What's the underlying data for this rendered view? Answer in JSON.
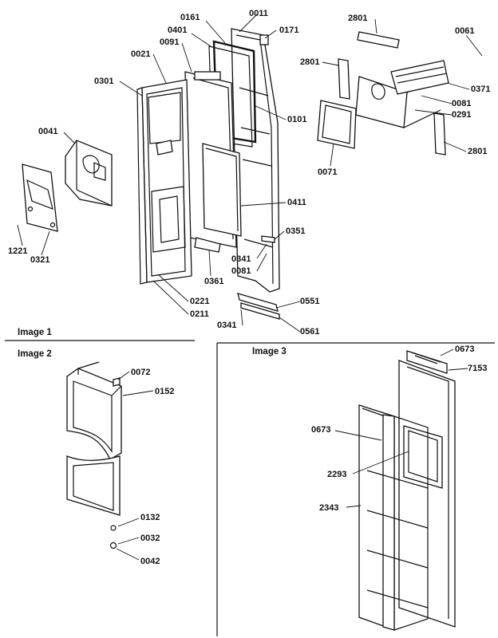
{
  "panels": [
    {
      "id": "image1",
      "title": "Image 1"
    },
    {
      "id": "image2",
      "title": "Image 2"
    },
    {
      "id": "image3",
      "title": "Image 3"
    }
  ],
  "callouts": {
    "image1": [
      "0011",
      "0161",
      "0171",
      "0401",
      "0091",
      "0021",
      "0301",
      "0041",
      "1221",
      "0321",
      "0101",
      "0411",
      "0351",
      "0341",
      "0081",
      "0361",
      "0221",
      "0211",
      "0551",
      "0341",
      "0561",
      "2801",
      "0061",
      "2801",
      "0371",
      "0081",
      "0291",
      "0071",
      "2801"
    ],
    "image2": [
      "0072",
      "0152",
      "0132",
      "0032",
      "0042"
    ],
    "image3": [
      "0673",
      "7153",
      "0673",
      "2293",
      "2343"
    ]
  }
}
